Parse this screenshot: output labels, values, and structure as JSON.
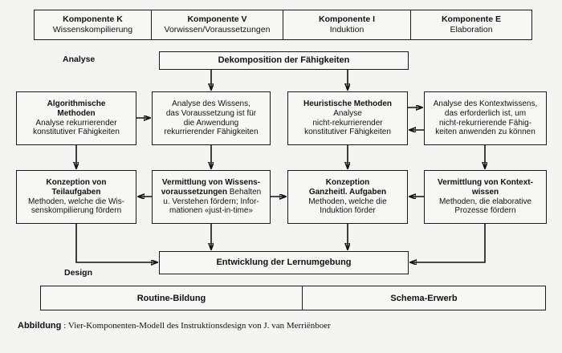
{
  "header": {
    "columns": [
      {
        "title": "Komponente K",
        "subtitle": "Wissenskompilierung"
      },
      {
        "title": "Komponente V",
        "subtitle": "Vorwissen/Voraussetzungen"
      },
      {
        "title": "Komponente I",
        "subtitle": "Induktion"
      },
      {
        "title": "Komponente E",
        "subtitle": "Elaboration"
      }
    ]
  },
  "phases": {
    "analyse": "Analyse",
    "design": "Design"
  },
  "decomposition": {
    "label": "Dekomposition der Fähigkeiten"
  },
  "row_analysis": [
    {
      "title": "Algorithmische",
      "title2": "Methoden",
      "lines": [
        "Analyse rekurrierender",
        "konstitutiver Fähigkeiten"
      ]
    },
    {
      "title": "",
      "title2": "",
      "lines": [
        "Analyse des Wissens,",
        "das Voraussetzung ist für",
        "die Anwendung",
        "rekurrierender Fähigkeiten"
      ]
    },
    {
      "title": "Heuristische Methoden",
      "title2": "",
      "lines": [
        "Analyse",
        "nicht-rekurrierender",
        "konstitutiver Fähigkeiten"
      ]
    },
    {
      "title": "",
      "title2": "",
      "lines": [
        "Analyse des Kontextwissens,",
        "das erforderlich ist, um",
        "nicht-rekurrierende Fähig-",
        "keiten anwenden zu können"
      ]
    }
  ],
  "row_design": [
    {
      "title": "Konzeption von",
      "title2": "Teilaufgaben",
      "lines": [
        "Methoden, welche die Wis-",
        "senskompilierung fördern"
      ]
    },
    {
      "bold_run": "Vermittlung von Wissens-",
      "bold_run2": "voraussetzungen",
      "tail": " Behalten",
      "lines": [
        "u. Verstehen fördern; Infor-",
        "mationen «just-in-time»"
      ]
    },
    {
      "title": "Konzeption",
      "title2": "Ganzheitl. Aufgaben",
      "lines": [
        "Methoden, welche die",
        "Induktion förder"
      ]
    },
    {
      "title": "Vermittlung von Kontext-",
      "title2": "wissen",
      "lines": [
        "Methoden, die elaborative",
        "Prozesse fördern"
      ]
    }
  ],
  "development": {
    "label": "Entwicklung der Lernumgebung"
  },
  "outcomes": [
    {
      "label": "Routine-Bildung"
    },
    {
      "label": "Schema-Erwerb"
    }
  ],
  "caption": {
    "key": "Abbildung",
    "text": ": Vier-Komponenten-Modell des Instruktionsdesign von J. van Merriënboer"
  },
  "colors": {
    "stroke": "#111111",
    "page_background": "#f4f4f2",
    "box_fill": "#f7f7f5"
  }
}
